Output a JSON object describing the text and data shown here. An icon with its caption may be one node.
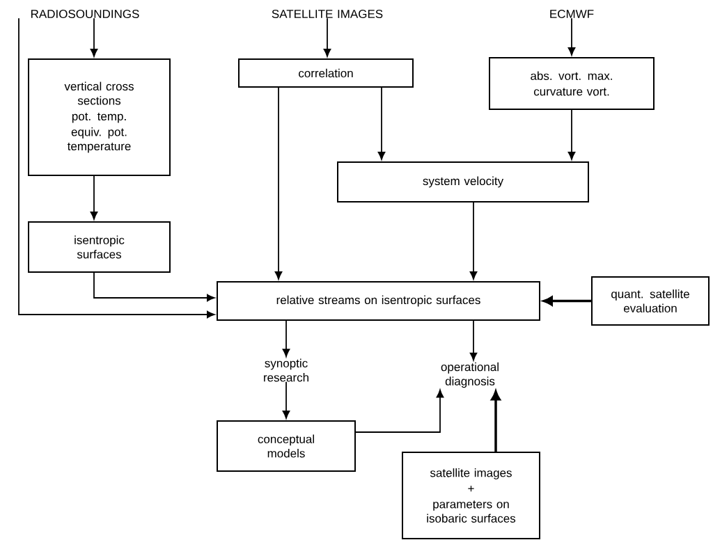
{
  "diagram": {
    "nodes": [
      {
        "text": [
          "RADIOSOUNDINGS"
        ]
      },
      {
        "text": [
          "SATELLITE IMAGES"
        ]
      },
      {
        "text": [
          "ECMWF"
        ]
      },
      {
        "text": [
          "vertical cross sections",
          "pot. temp.",
          "equiv. pot. temperature"
        ]
      },
      {
        "text": [
          "correlation"
        ]
      },
      {
        "text": [
          "abs. vort. max.",
          "curvature vort."
        ]
      },
      {
        "text": [
          "isentropic surfaces"
        ]
      },
      {
        "text": [
          "system velocity"
        ]
      },
      {
        "text": [
          "relative streams on isentropic surfaces"
        ]
      },
      {
        "text": [
          "quant. satellite evaluation"
        ]
      },
      {
        "text": [
          "synoptic research"
        ]
      },
      {
        "text": [
          "operational diagnosis"
        ]
      },
      {
        "text": [
          "conceptual models"
        ]
      },
      {
        "text": [
          "satellite images",
          "+",
          "parameters on isobaric surfaces"
        ]
      }
    ],
    "edges": [
      {
        "from": 0,
        "to": 3,
        "arrow": "to"
      },
      {
        "from": 1,
        "to": 4,
        "arrow": "to"
      },
      {
        "from": 2,
        "to": 5,
        "arrow": "to"
      },
      {
        "from": 3,
        "to": 6,
        "arrow": "to"
      },
      {
        "from": 4,
        "to": 8,
        "arrow": "to"
      },
      {
        "from": 4,
        "to": 7,
        "arrow": "to"
      },
      {
        "from": 5,
        "to": 7,
        "arrow": "to"
      },
      {
        "from": 6,
        "to": 8,
        "arrow": "to"
      },
      {
        "from": 0,
        "to": 8,
        "arrow": "to"
      },
      {
        "from": 7,
        "to": 8,
        "arrow": "to"
      },
      {
        "from": 9,
        "to": 8,
        "arrow": "to",
        "style": "thick"
      },
      {
        "from": 8,
        "to": 10,
        "arrow": "to"
      },
      {
        "from": 8,
        "to": 11,
        "arrow": "to"
      },
      {
        "from": 10,
        "to": 12,
        "arrow": "to"
      },
      {
        "from": 12,
        "to": 11,
        "arrow": "to"
      },
      {
        "from": 13,
        "to": 11,
        "arrow": "to",
        "style": "thick"
      }
    ]
  }
}
